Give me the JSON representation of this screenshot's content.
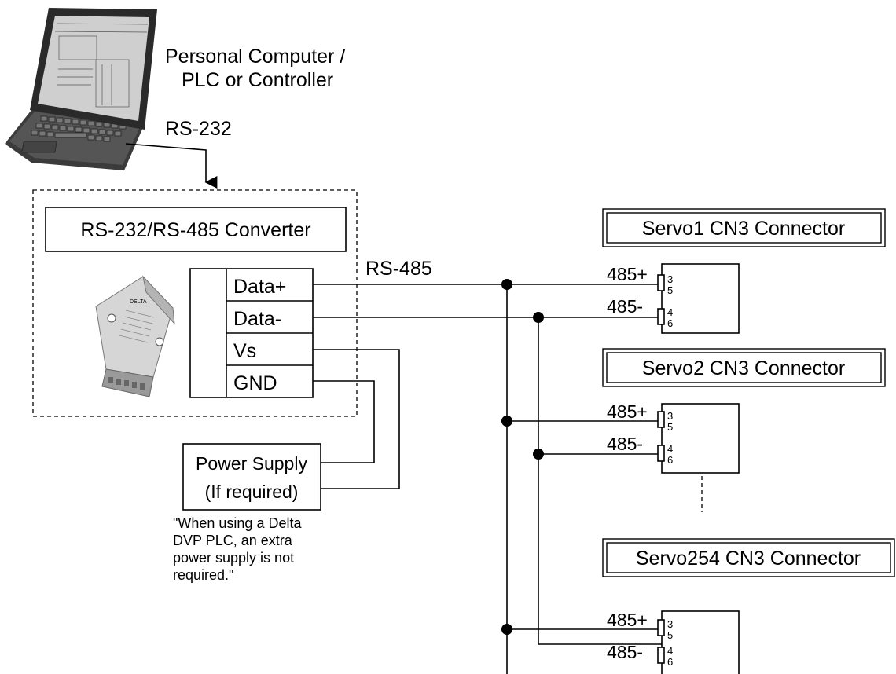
{
  "pc": {
    "title_line1": "Personal Computer /",
    "title_line2": "PLC or Controller",
    "link_label": "RS-232"
  },
  "converter": {
    "title": "RS-232/RS-485 Converter",
    "terminals": [
      "Data+",
      "Data-",
      "Vs",
      "GND"
    ]
  },
  "bus_label": "RS-485",
  "power_supply": {
    "line1": "Power Supply",
    "line2": "(If required)",
    "note_lines": [
      "\"When using a Delta",
      "DVP PLC, an extra",
      "power supply is not",
      "required.\""
    ]
  },
  "servos": [
    {
      "title": "Servo1 CN3 Connector",
      "plus_label": "485+",
      "minus_label": "485-",
      "pins": [
        "3",
        "5",
        "4",
        "6"
      ]
    },
    {
      "title": "Servo2 CN3 Connector",
      "plus_label": "485+",
      "minus_label": "485-",
      "pins": [
        "3",
        "5",
        "4",
        "6"
      ]
    },
    {
      "title": "Servo254 CN3 Connector",
      "plus_label": "485+",
      "minus_label": "485-",
      "pins": [
        "3",
        "5",
        "4",
        "6"
      ]
    }
  ]
}
